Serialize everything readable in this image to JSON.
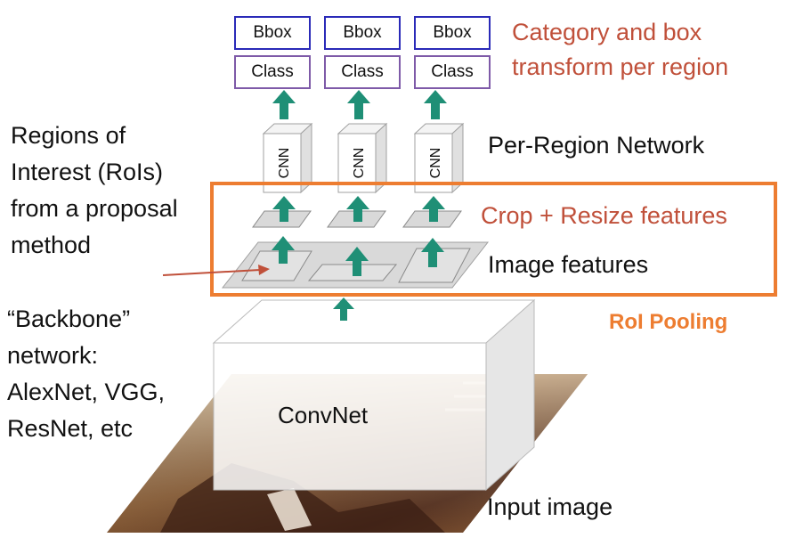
{
  "labels": {
    "bbox": "Bbox",
    "class": "Class",
    "cnn": "CNN",
    "category_box": [
      "Category and box",
      "transform per region"
    ],
    "per_region_network": "Per-Region Network",
    "crop_resize": "Crop + Resize features",
    "image_features": "Image features",
    "roi_pooling": "RoI Pooling",
    "rois": [
      "Regions of",
      "Interest (RoIs)",
      "from a proposal",
      "method"
    ],
    "backbone": [
      "“Backbone”",
      "network:",
      "AlexNet, VGG,",
      "ResNet, etc"
    ],
    "convnet": "ConvNet",
    "input_image": "Input image"
  },
  "colors": {
    "arrow_teal": "#1f8f76",
    "roi_orange": "#ed7d31",
    "bbox_border": "#2a2ab8",
    "class_border": "#7e5aa8",
    "red_text": "#c0503a",
    "feature_plane": "#d9d9d9",
    "pointer_arrow": "#c0503a"
  }
}
